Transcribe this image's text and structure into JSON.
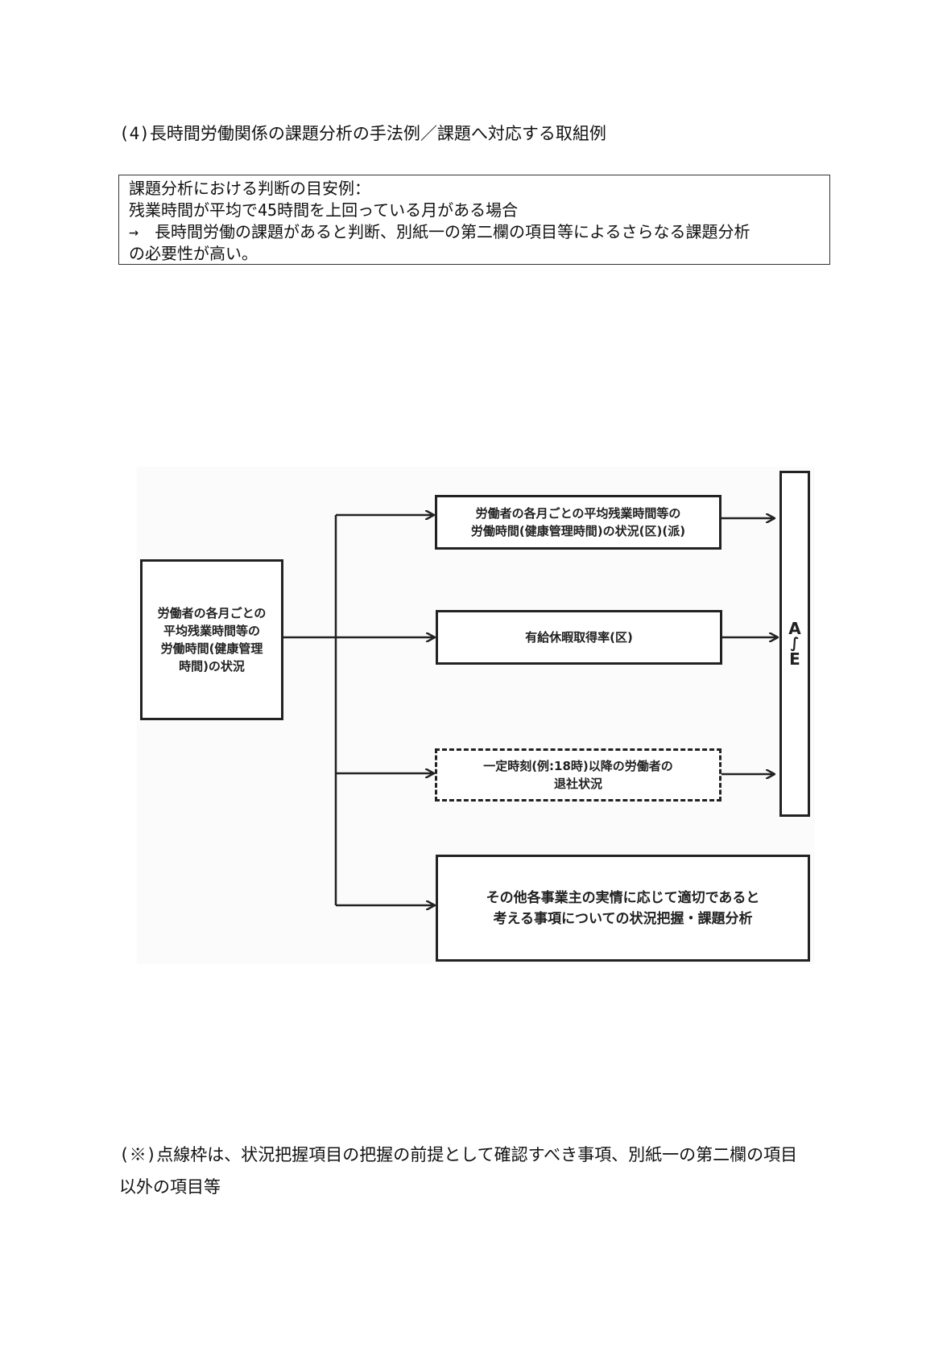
{
  "heading": "(4)長時間労働関係の課題分析の手法例／課題へ対応する取組例",
  "criteria": {
    "lines": [
      "課題分析における判断の目安例：",
      "残業時間が平均で45時間を上回っている月がある場合",
      "→　長時間労働の課題があると判断、別紙一の第二欄の項目等によるさらなる課題分析",
      "の必要性が高い。"
    ]
  },
  "diagram": {
    "source": {
      "lines": [
        "労働者の各月ごとの",
        "平均残業時間等の",
        "労働時間(健康管理",
        "時間)の状況"
      ]
    },
    "hours_box": {
      "lines": [
        "労働者の各月ごとの平均残業時間等の",
        "労働時間(健康管理時間)の状況(区)(派)"
      ]
    },
    "leave_box": {
      "lines": [
        "有給休暇取得率(区)"
      ]
    },
    "exit_box": {
      "lines": [
        "一定時刻(例:18時)以降の労働者の",
        "退社状況"
      ]
    },
    "other_box": {
      "lines": [
        "その他各事業主の実情に応じて適切であると",
        "考える事項についての状況把握・課題分析"
      ]
    },
    "ae": {
      "top": "A",
      "middle": "∫",
      "bottom": "E"
    }
  },
  "note": {
    "lines": [
      "(※)点線枠は、状況把握項目の把握の前提として確認すべき事項、別紙一の第二欄の項目",
      "以外の項目等"
    ]
  }
}
